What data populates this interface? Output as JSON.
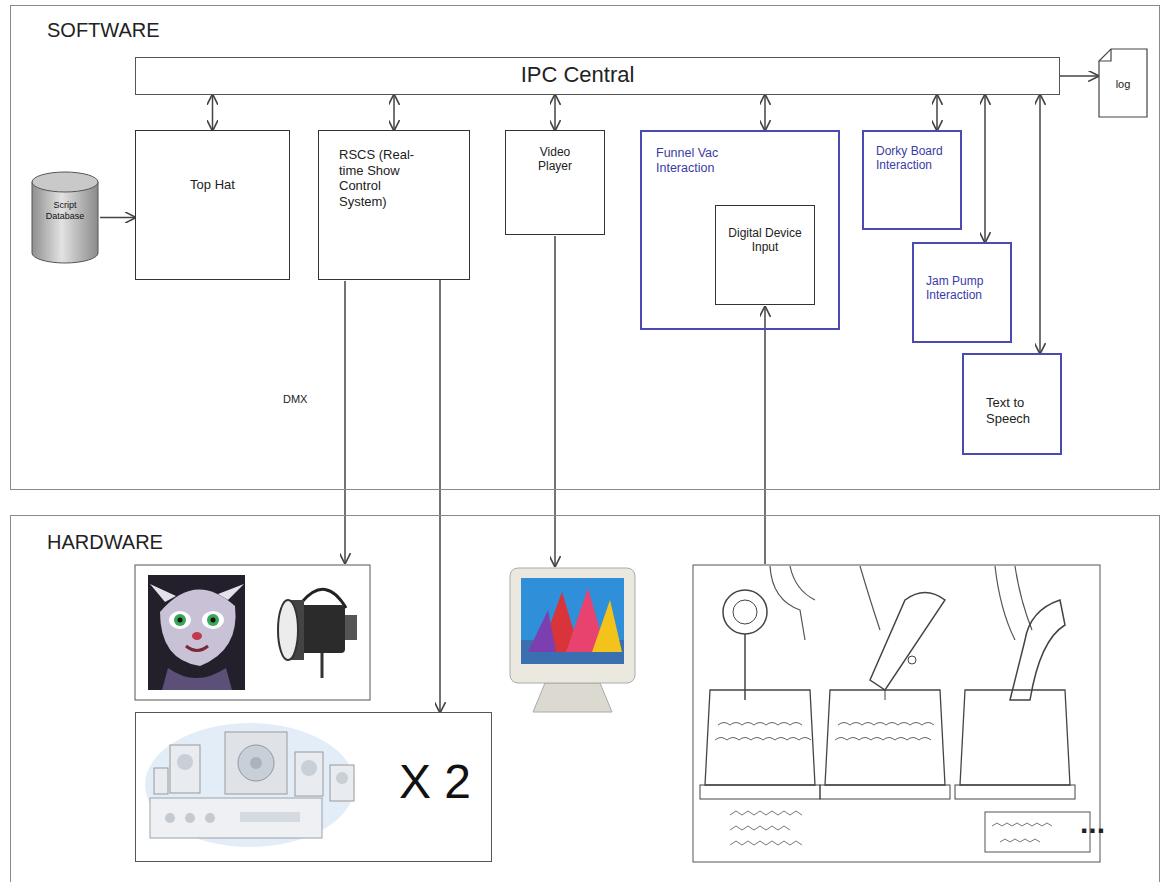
{
  "diagram": {
    "nodes": [
      {
        "text": [
          "SOFTWARE"
        ]
      },
      {
        "text": [
          "IPC Central"
        ],
        "in": 0
      },
      {
        "text": [
          "log"
        ],
        "in": 0
      },
      {
        "text": [
          "Script Database"
        ],
        "in": 0
      },
      {
        "text": [
          "Top Hat"
        ],
        "in": 0
      },
      {
        "text": [
          "RSCS (Real-time Show Control System)"
        ],
        "in": 0
      },
      {
        "text": [
          "Video Player"
        ],
        "in": 0
      },
      {
        "text": [
          "Funnel Vac Interaction"
        ],
        "in": 0
      },
      {
        "text": [
          "Digital Device Input"
        ],
        "in": 7
      },
      {
        "text": [
          "Dorky Board Interaction"
        ],
        "in": 0
      },
      {
        "text": [
          "Jam Pump Interaction"
        ],
        "in": 0
      },
      {
        "text": [
          "Text to Speech"
        ],
        "in": 0
      },
      {
        "text": [
          "HARDWARE"
        ]
      },
      {
        "text": [
          "X 2"
        ],
        "in": 12
      }
    ],
    "edges": [
      {
        "from": 1,
        "to": 2,
        "arrow": "to"
      },
      {
        "from": 3,
        "to": 4,
        "arrow": "to"
      },
      {
        "from": 1,
        "to": 4,
        "arrow": "both"
      },
      {
        "from": 1,
        "to": 5,
        "arrow": "both"
      },
      {
        "from": 1,
        "to": 6,
        "arrow": "both"
      },
      {
        "from": 1,
        "to": 7,
        "arrow": "both"
      },
      {
        "from": 1,
        "to": 9,
        "arrow": "both"
      },
      {
        "from": 1,
        "to": 10,
        "arrow": "both"
      },
      {
        "from": 1,
        "to": 11,
        "arrow": "both"
      },
      {
        "from": 5,
        "to": 13,
        "arrow": "to"
      }
    ],
    "labels": [
      "DMX",
      "..."
    ]
  }
}
